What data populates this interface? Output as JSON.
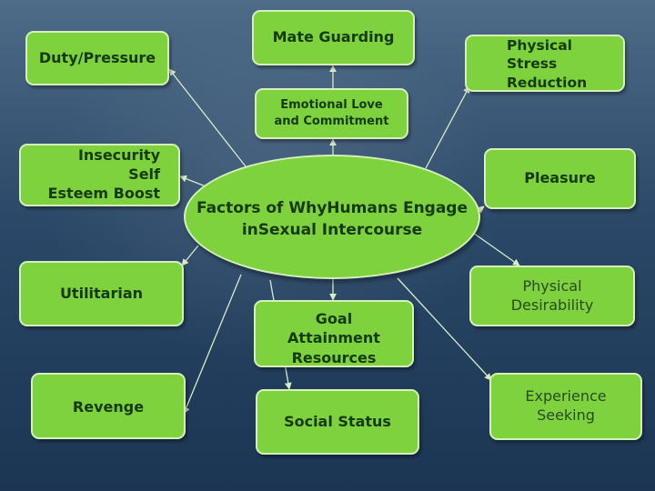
{
  "center": {
    "lines": [
      "Factors of Why",
      "Humans Engage in",
      "Sexual Intercourse"
    ]
  },
  "nodes": {
    "duty_pressure": {
      "lines": [
        "Duty/Pressure"
      ]
    },
    "mate_guarding": {
      "lines": [
        "Mate Guarding"
      ]
    },
    "physical_stress_reduction": {
      "lines": [
        "Physical",
        "Stress",
        "Reduction"
      ]
    },
    "emotional_love": {
      "lines": [
        "Emotional Love",
        "and Commitment"
      ]
    },
    "insecurity": {
      "lines": [
        "Insecurity",
        "Self",
        "Esteem Boost"
      ]
    },
    "pleasure": {
      "lines": [
        "Pleasure"
      ]
    },
    "utilitarian": {
      "lines": [
        "Utilitarian"
      ]
    },
    "goal_attainment": {
      "lines": [
        "Goal",
        "Attainment",
        "Resources"
      ]
    },
    "physical_desirability": {
      "lines": [
        "Physical",
        "Desirability"
      ]
    },
    "revenge": {
      "lines": [
        "Revenge"
      ]
    },
    "social_status": {
      "lines": [
        "Social Status"
      ]
    },
    "experience_seeking": {
      "lines": [
        "Experience",
        "Seeking"
      ]
    }
  },
  "colors": {
    "box_fill": "#7dd23e",
    "box_border": "#d6f0bb",
    "connector": "#d8ecc8",
    "background": "#2b4868"
  }
}
